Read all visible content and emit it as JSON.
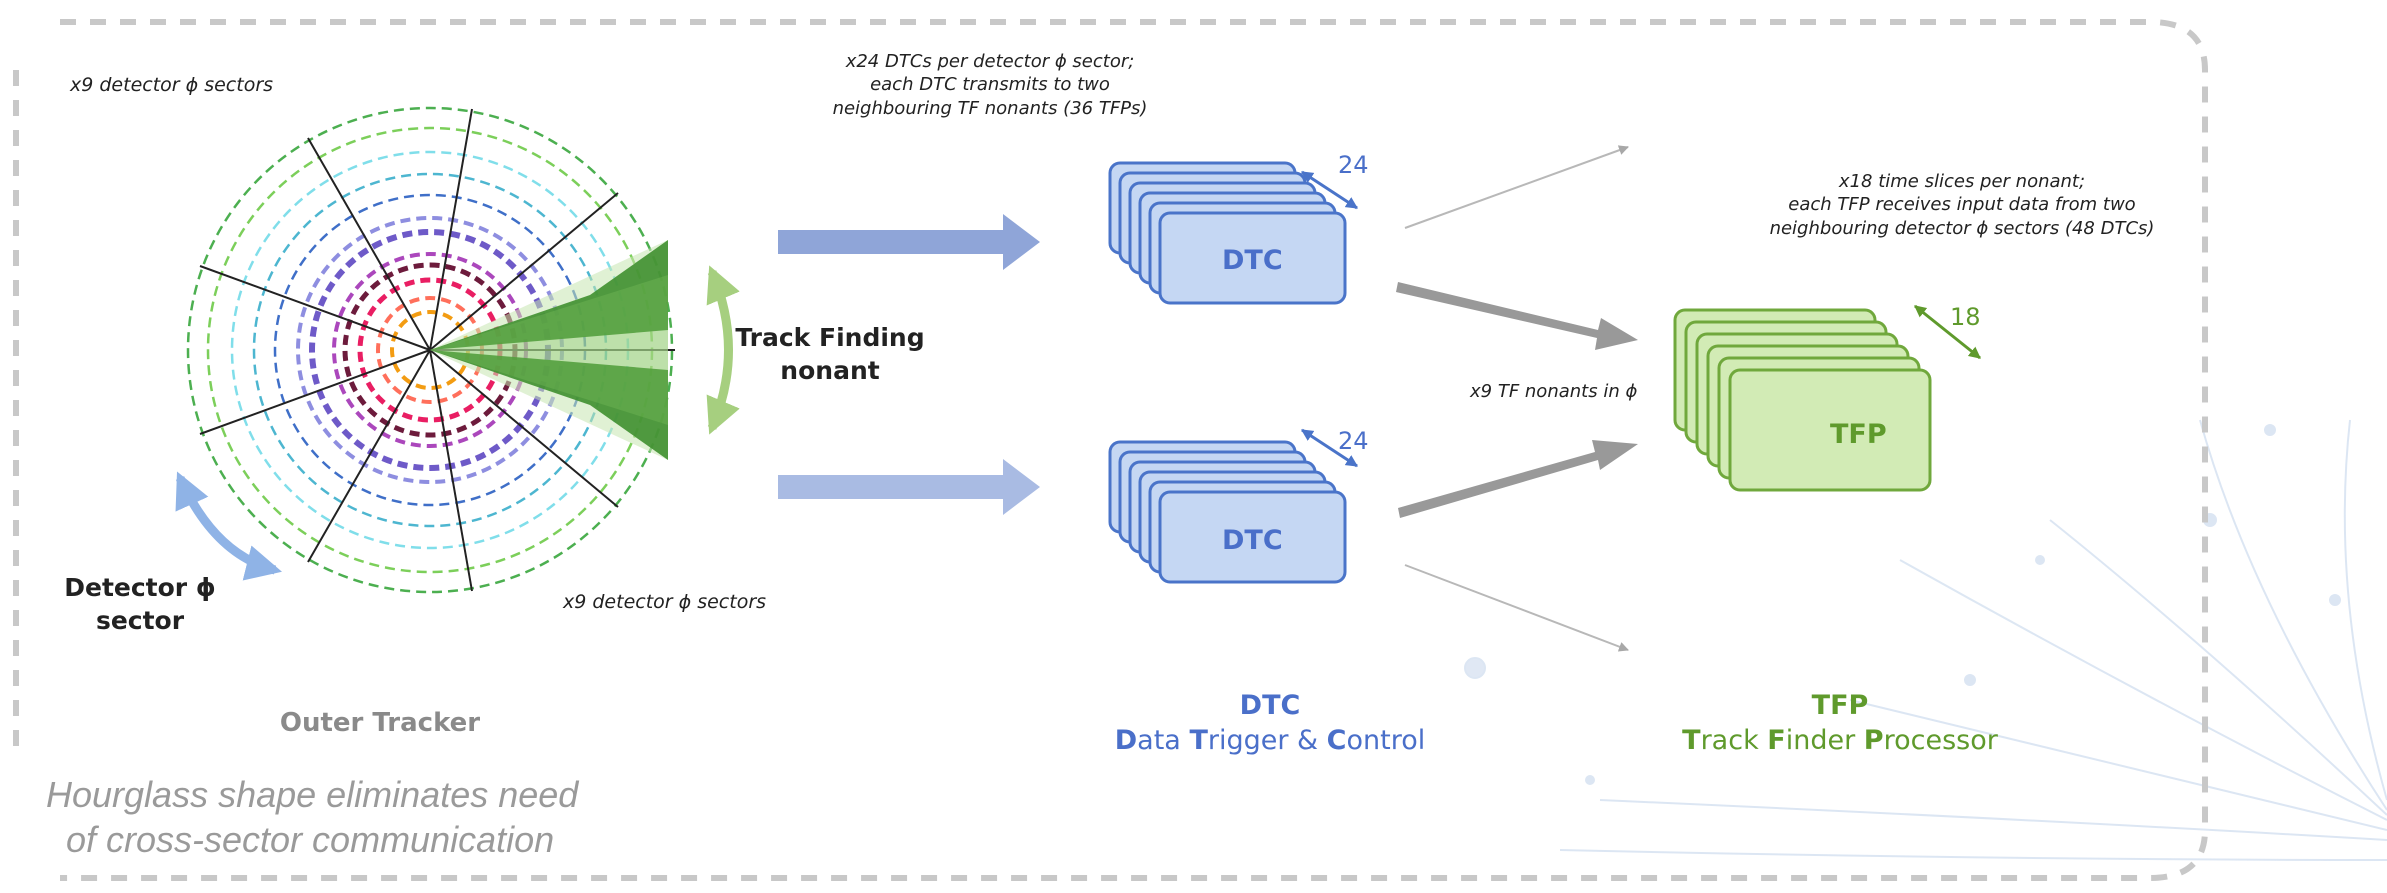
{
  "left": {
    "sectors_top": "x9 detector ϕ sectors",
    "sectors_bottom": "x9 detector ϕ sectors",
    "track_finding_line1": "Track Finding",
    "track_finding_line2": "nonant",
    "detector_sector_line1": "Detector ϕ",
    "detector_sector_line2": "sector",
    "outer_tracker": "Outer Tracker"
  },
  "dtc": {
    "note_line1": "x24 DTCs per detector ϕ sector;",
    "note_line2": "each DTC transmits to two",
    "note_line3": "neighbouring TF nonants (36 TFPs)",
    "stack_label": "DTC",
    "count": "24",
    "title": "DTC",
    "name_d": "D",
    "name_ata": "ata ",
    "name_t": "T",
    "name_rigger": "rigger & ",
    "name_c": "C",
    "name_ontrol": "ontrol"
  },
  "middle": {
    "tf_nonants": "x9 TF nonants in ϕ"
  },
  "tfp": {
    "note_line1": "x18 time slices per nonant;",
    "note_line2": "each TFP receives input data from two",
    "note_line3": "neighbouring detector ϕ sectors (48 DTCs)",
    "stack_label": "TFP",
    "count": "18",
    "title": "TFP",
    "name_t": "T",
    "name_rack": "rack ",
    "name_f": "F",
    "name_inder": "inder ",
    "name_p": "P",
    "name_rocessor": "rocessor"
  },
  "footnote": {
    "line1": "Hourglass shape eliminates need",
    "line2": "of cross-sector communication"
  },
  "colors": {
    "dtc_fill": "#c5d7f3",
    "dtc_stroke": "#4a74c9",
    "tfp_fill": "#d2ebb5",
    "tfp_stroke": "#70a83c",
    "arrow_blue": "#8fa5d8",
    "arrow_gray": "#8c8c8c",
    "nonant_green": "#3f8f2f"
  }
}
